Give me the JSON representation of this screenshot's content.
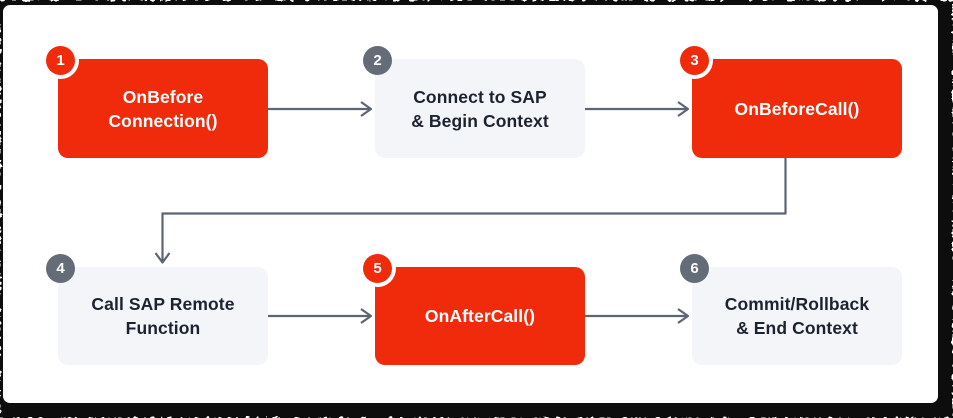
{
  "colors": {
    "accent_red": "#EF2B0C",
    "neutral_box_fill": "#F4F5F9",
    "badge_gray": "#646C77",
    "connector_gray": "#5D6572",
    "text_dark": "#1C2330",
    "text_light": "#FFFFFF",
    "frame_black": "#0A0A0A",
    "card_white": "#FFFFFF"
  },
  "flow": {
    "steps": [
      {
        "number": "1",
        "lines": [
          "OnBefore",
          "Connection()"
        ],
        "style": "red"
      },
      {
        "number": "2",
        "lines": [
          "Connect to SAP",
          "& Begin Context"
        ],
        "style": "gray"
      },
      {
        "number": "3",
        "lines": [
          "OnBeforeCall()"
        ],
        "style": "red"
      },
      {
        "number": "4",
        "lines": [
          "Call SAP Remote",
          "Function"
        ],
        "style": "gray"
      },
      {
        "number": "5",
        "lines": [
          "OnAfterCall()"
        ],
        "style": "red"
      },
      {
        "number": "6",
        "lines": [
          "Commit/Rollback",
          "& End Context"
        ],
        "style": "gray"
      }
    ],
    "connections": [
      {
        "from": "1",
        "to": "2",
        "shape": "straight-right"
      },
      {
        "from": "2",
        "to": "3",
        "shape": "straight-right"
      },
      {
        "from": "3",
        "to": "4",
        "shape": "elbow-down-left-down"
      },
      {
        "from": "4",
        "to": "5",
        "shape": "straight-right"
      },
      {
        "from": "5",
        "to": "6",
        "shape": "straight-right"
      }
    ]
  }
}
